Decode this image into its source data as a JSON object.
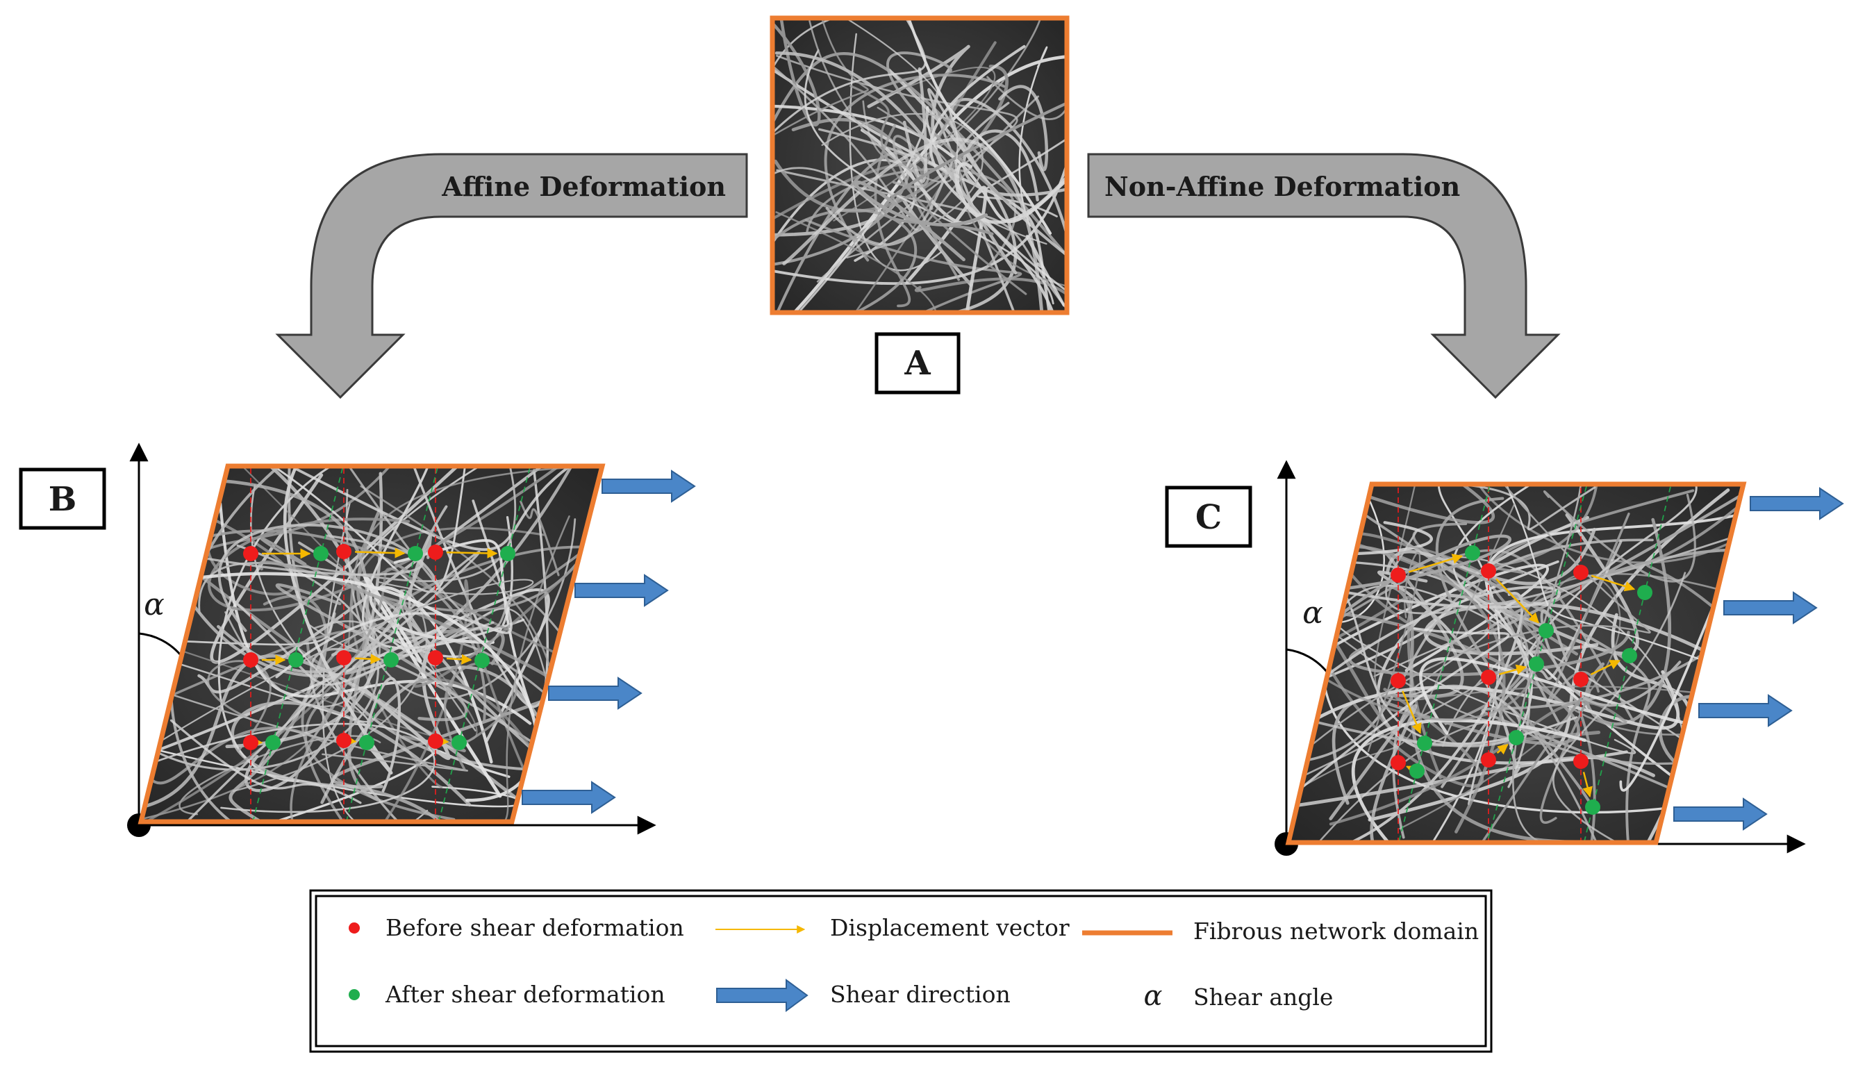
{
  "panels": {
    "a": {
      "label": "A"
    },
    "b": {
      "label": "B"
    },
    "c": {
      "label": "C"
    }
  },
  "arrows": {
    "affine": "Affine Deformation",
    "non_affine": "Non-Affine Deformation"
  },
  "axis": {
    "angle_symbol": "α"
  },
  "legend": {
    "before": "Before shear deformation",
    "after": "After shear deformation",
    "displacement": "Displacement vector",
    "shear_direction": "Shear direction",
    "domain": "Fibrous network domain",
    "shear_angle_symbol": "α",
    "shear_angle": "Shear angle"
  },
  "colors": {
    "before_point": "#ee1c1c",
    "after_point": "#1fae4e",
    "displacement": "#f5b800",
    "domain_border": "#ed7d31",
    "shear_arrow": "#4a86c8",
    "gray_arrow": "#a6a6a6"
  },
  "points": {
    "b": {
      "before": [
        [
          0,
          0
        ],
        [
          0,
          1
        ],
        [
          0,
          2
        ],
        [
          1,
          0
        ],
        [
          1,
          1
        ],
        [
          1,
          2
        ],
        [
          2,
          0
        ],
        [
          2,
          1
        ],
        [
          2,
          2
        ]
      ],
      "after": [
        [
          0,
          0
        ],
        [
          0,
          1
        ],
        [
          0,
          2
        ],
        [
          1,
          0
        ],
        [
          1,
          1
        ],
        [
          1,
          2
        ],
        [
          2,
          0
        ],
        [
          2,
          1
        ],
        [
          2,
          2
        ]
      ]
    },
    "c": {
      "before": [
        [
          0,
          0
        ],
        [
          0,
          1
        ],
        [
          0,
          2
        ],
        [
          1,
          0
        ],
        [
          1,
          1
        ],
        [
          1,
          2
        ],
        [
          2,
          0
        ],
        [
          2,
          1
        ],
        [
          2,
          2
        ]
      ],
      "after": [
        [
          0,
          0
        ],
        [
          0,
          1
        ],
        [
          0,
          2
        ],
        [
          1,
          0
        ],
        [
          1,
          1
        ],
        [
          1,
          2
        ],
        [
          2,
          0
        ],
        [
          2,
          1
        ],
        [
          2,
          2
        ]
      ]
    }
  }
}
